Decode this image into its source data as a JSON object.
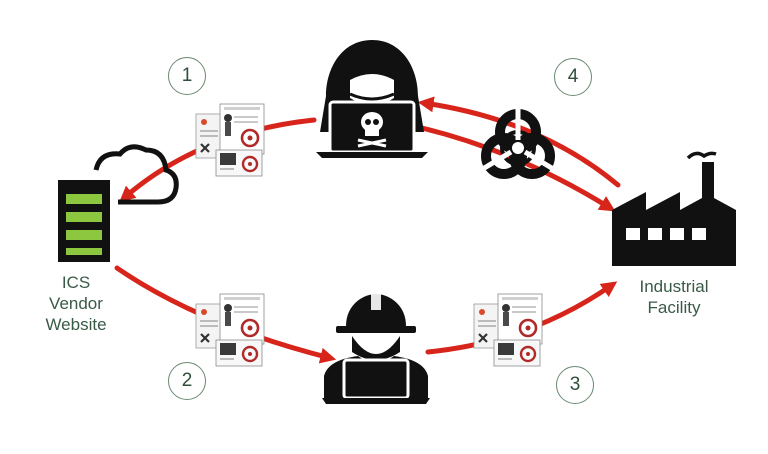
{
  "nodes": {
    "vendor": {
      "lines": [
        "ICS",
        "Vendor",
        "Website"
      ]
    },
    "facility": {
      "lines": [
        "Industrial",
        "Facility"
      ]
    }
  },
  "steps": [
    "1",
    "2",
    "3",
    "4"
  ],
  "icons": {
    "attacker": "hooded-hacker-skull-laptop-icon",
    "engineer": "hardhat-engineer-laptop-icon",
    "server": "server-cloud-icon",
    "factory": "factory-icon",
    "biohazard": "biohazard-icon",
    "documents": "infected-document-stack-icon"
  },
  "colors": {
    "arrow": "#d8251b",
    "label_text": "#3a5a48",
    "server_slot": "#8dc63f",
    "icon_fill": "#111111"
  }
}
